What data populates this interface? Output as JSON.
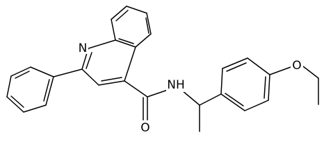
{
  "molecule": {
    "atoms": [
      {
        "id": "N1",
        "label": "N"
      },
      {
        "id": "N2",
        "label": "NH"
      },
      {
        "id": "O1",
        "label": "O"
      },
      {
        "id": "O2",
        "label": "O"
      }
    ]
  },
  "colors": {
    "bond": "#000000",
    "text": "#000000",
    "background": "#ffffff"
  }
}
